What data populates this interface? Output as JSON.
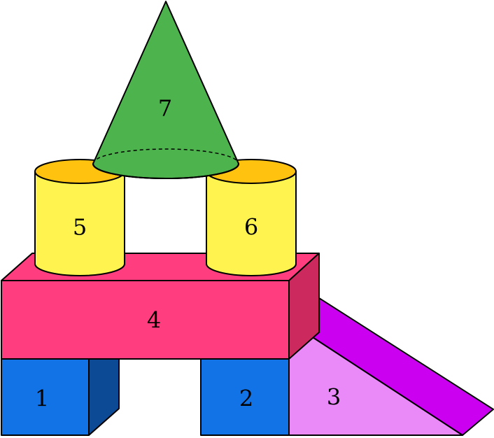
{
  "diagram": {
    "blocks": [
      {
        "id": "1",
        "label": "1",
        "shape": "cube",
        "color": "#1a73e8"
      },
      {
        "id": "2",
        "label": "2",
        "shape": "cube",
        "color": "#1a73e8"
      },
      {
        "id": "3",
        "label": "3",
        "shape": "triangular-prism",
        "color": "#e88af7"
      },
      {
        "id": "4",
        "label": "4",
        "shape": "rectangular-prism",
        "color": "#ff3d7f"
      },
      {
        "id": "5",
        "label": "5",
        "shape": "cylinder",
        "color": "#fff44f"
      },
      {
        "id": "6",
        "label": "6",
        "shape": "cylinder",
        "color": "#fff44f"
      },
      {
        "id": "7",
        "label": "7",
        "shape": "cone",
        "color": "#4db34d"
      }
    ]
  }
}
